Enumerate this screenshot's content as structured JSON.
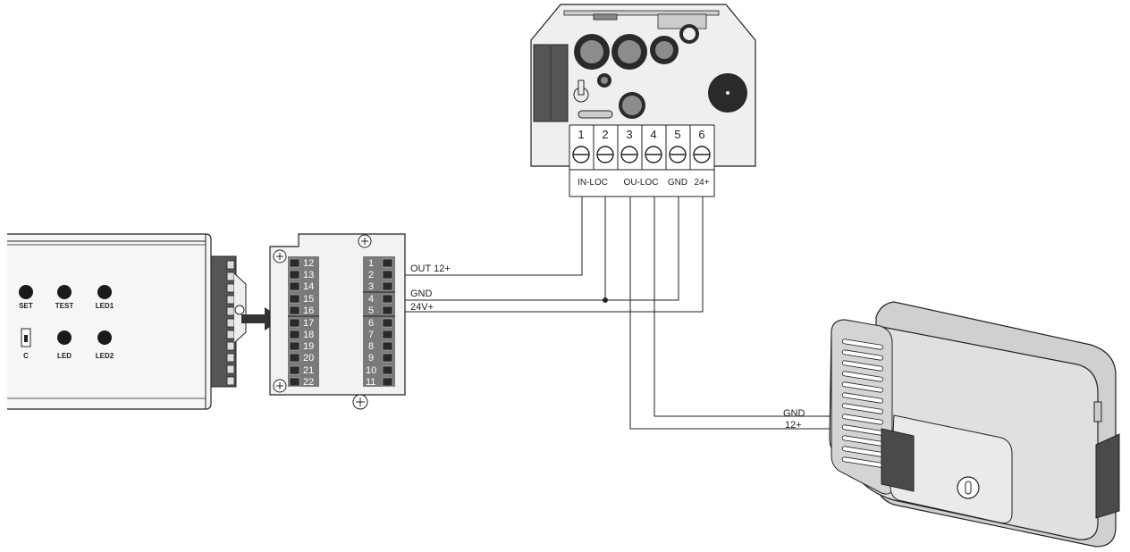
{
  "detector": {
    "buttons": [
      "SET",
      "TEST",
      "LED1"
    ],
    "indicators": [
      "C",
      "LED",
      "LED2"
    ]
  },
  "terminal_block": {
    "left_pins": [
      "12",
      "13",
      "14",
      "15",
      "16",
      "17",
      "18",
      "19",
      "20",
      "21",
      "22"
    ],
    "right_pins": [
      "1",
      "2",
      "3",
      "4",
      "5",
      "6",
      "7",
      "8",
      "9",
      "10",
      "11"
    ]
  },
  "wire_labels": {
    "out12": "OUT 12+",
    "gnd": "GND",
    "v24": "24V+",
    "lock_gnd": "GND",
    "lock_12": "12+"
  },
  "controller": {
    "terminal_numbers": [
      "1",
      "2",
      "3",
      "4",
      "5",
      "6"
    ],
    "terminal_labels": [
      "IN-LOC",
      "OU-LOC",
      "GND",
      "24+"
    ]
  },
  "colors": {
    "line": "#222222",
    "device_fill": "#f1f1f1",
    "dark_fill": "#555555",
    "lock_fill": "#d9d9d9"
  }
}
